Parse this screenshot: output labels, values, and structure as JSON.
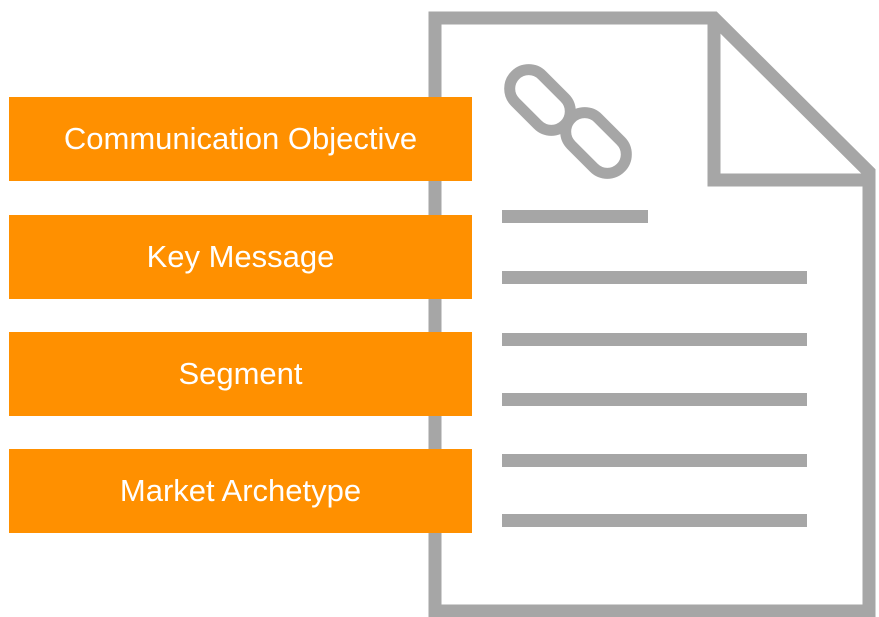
{
  "colors": {
    "accent": "#FF9000",
    "outline": "#A6A6A6",
    "label_text": "#FFFFFF"
  },
  "document": {
    "icon": "document-icon",
    "attachment_icon": "link-chain-icon",
    "text_line_count": 6
  },
  "labels": [
    {
      "text": "Communication Objective"
    },
    {
      "text": "Key Message"
    },
    {
      "text": "Segment"
    },
    {
      "text": "Market Archetype"
    }
  ]
}
